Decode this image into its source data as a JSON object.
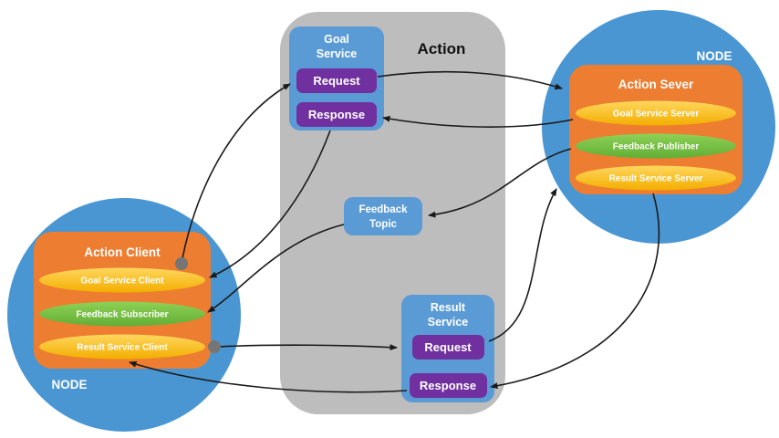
{
  "action_group": {
    "title": "Action"
  },
  "goal_service": {
    "title_line1": "Goal",
    "title_line2": "Service",
    "request_label": "Request",
    "response_label": "Response"
  },
  "feedback_topic": {
    "title_line1": "Feedback",
    "title_line2": "Topic"
  },
  "result_service": {
    "title_line1": "Result",
    "title_line2": "Service",
    "request_label": "Request",
    "response_label": "Response"
  },
  "server_node": {
    "node_label": "NODE",
    "title": "Action Sever",
    "items": [
      {
        "label": "Goal Service Server",
        "kind": "service-server"
      },
      {
        "label": "Feedback Publisher",
        "kind": "publisher"
      },
      {
        "label": "Result Service Server",
        "kind": "service-server"
      }
    ]
  },
  "client_node": {
    "node_label": "NODE",
    "title": "Action Client",
    "items": [
      {
        "label": "Goal Service Client",
        "kind": "service-client"
      },
      {
        "label": "Feedback Subscriber",
        "kind": "subscriber"
      },
      {
        "label": "Result Service Client",
        "kind": "service-client"
      }
    ]
  },
  "colors": {
    "node_blue": "#4a96d2",
    "panel_gray": "#bdbdbd",
    "service_blue": "#5b9bd5",
    "request_purple": "#7030a0",
    "box_orange": "#ed7d31",
    "ellipse_yellow": "#ffc000",
    "ellipse_green": "#70bf44",
    "arrow_black": "#1a1a1a",
    "connector_gray": "#757575"
  }
}
